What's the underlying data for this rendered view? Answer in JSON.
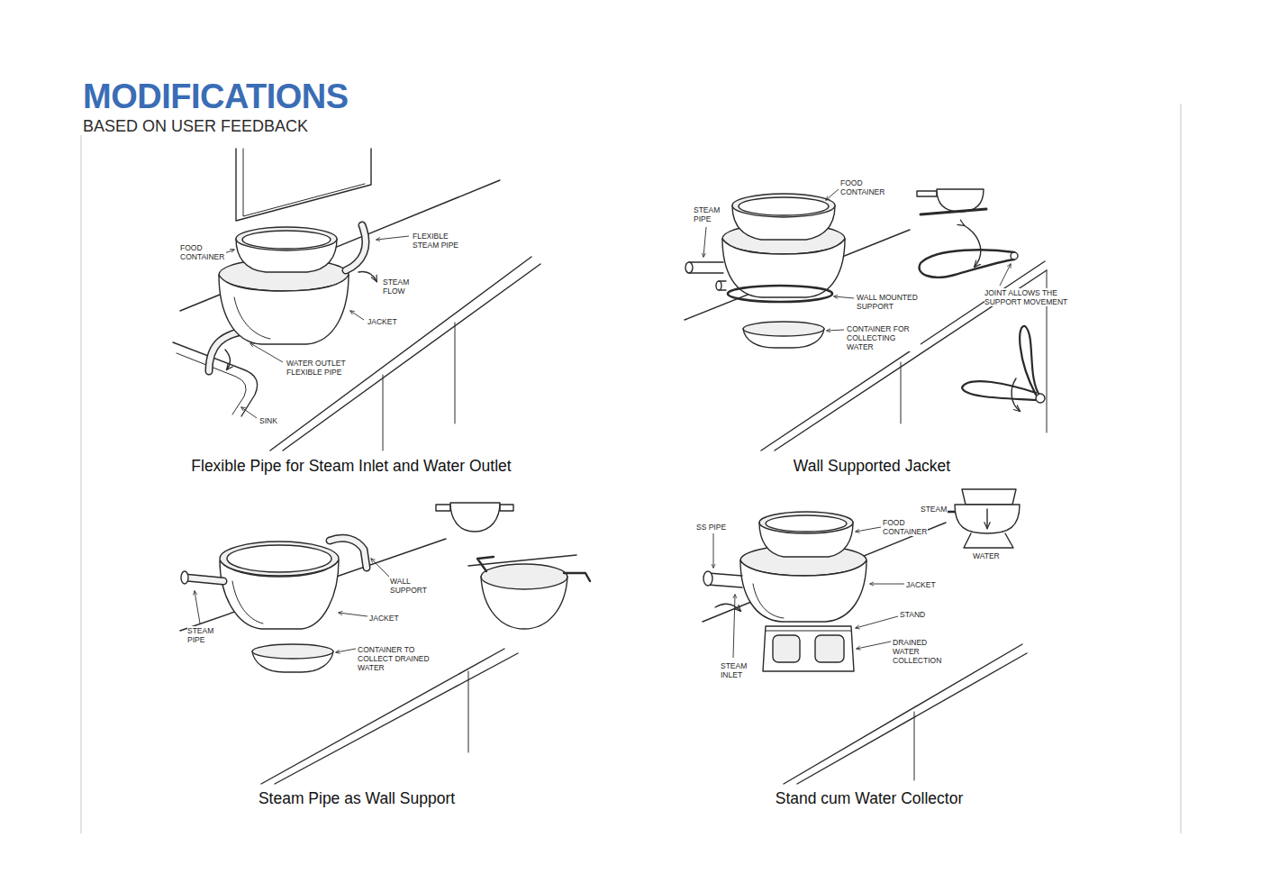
{
  "diagram": {
    "title": "MODIFICATIONS",
    "labels": [
      "BASED ON USER FEEDBACK",
      "FOOD CONTAINER",
      "FLEXIBLE STEAM PIPE",
      "STEAM FLOW",
      "JACKET",
      "WATER OUTLET FLEXIBLE PIPE",
      "SINK",
      "Flexible Pipe for Steam Inlet and Water Outlet",
      "FOOD CONTAINER",
      "STEAM PIPE",
      "WALL MOUNTED SUPPORT",
      "JOINT ALLOWS THE SUPPORT MOVEMENT",
      "CONTAINER FOR COLLECTING WATER",
      "Wall Supported Jacket",
      "WALL SUPPORT",
      "STEAM PIPE",
      "JACKET",
      "CONTAINER TO COLLECT DRAINED WATER",
      "Steam Pipe as Wall Support",
      "SS PIPE",
      "FOOD CONTAINER",
      "STEAM",
      "WATER",
      "JACKET",
      "STAND",
      "DRAINED WATER COLLECTION",
      "STEAM INLET",
      "Stand cum Water Collector"
    ]
  }
}
